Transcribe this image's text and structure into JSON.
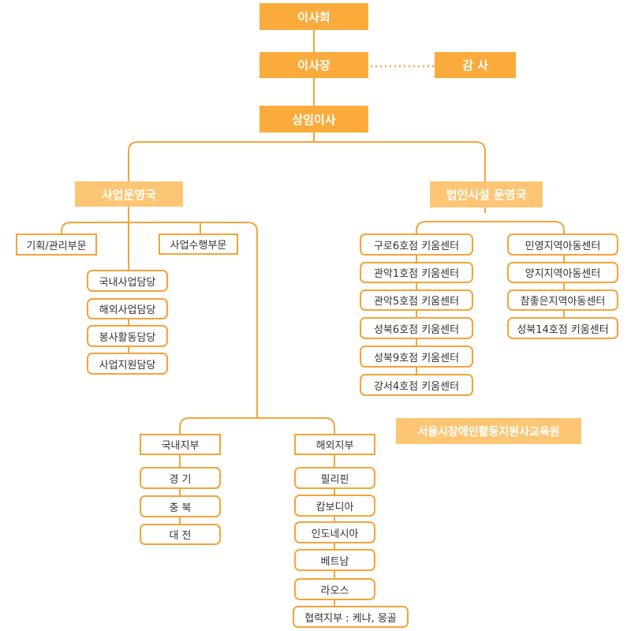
{
  "colors": {
    "accent": "#f5a339",
    "solid_fill": "#fbab3b",
    "light_fill": "#fcc675"
  },
  "top": {
    "board": "이사회",
    "chairman": "이사장",
    "auditor": "감 사",
    "managing_director": "상임이사"
  },
  "business_bureau": {
    "title": "사업운영국",
    "planning": "기획/관리부문",
    "project": "사업수행부문",
    "managers": [
      "국내사업담당",
      "해외사업담당",
      "봉사활동담당",
      "사업지원담당"
    ],
    "domestic": {
      "title": "국내지부",
      "items": [
        "경 기",
        "충 북",
        "대 전"
      ]
    },
    "overseas": {
      "title": "해외지부",
      "items": [
        "필리핀",
        "캄보디아",
        "인도네시아",
        "베트남",
        "라오스",
        "협력지부 : 케냐, 몽골"
      ]
    }
  },
  "facility_bureau": {
    "title": "법인시설 운영국",
    "centers_left": [
      "구로6호점 키움센터",
      "관악1호점 키움센터",
      "관악5호점 키움센터",
      "성북6호점 키움센터",
      "성북9호점 키움센터",
      "강서4호점 키움센터"
    ],
    "centers_right": [
      "민영지역아동센터",
      "양지지역아동센터",
      "참좋은지역아동센터",
      "성북14호점 키움센터"
    ]
  },
  "education_center": "서울시장애인활동지원사교육원"
}
